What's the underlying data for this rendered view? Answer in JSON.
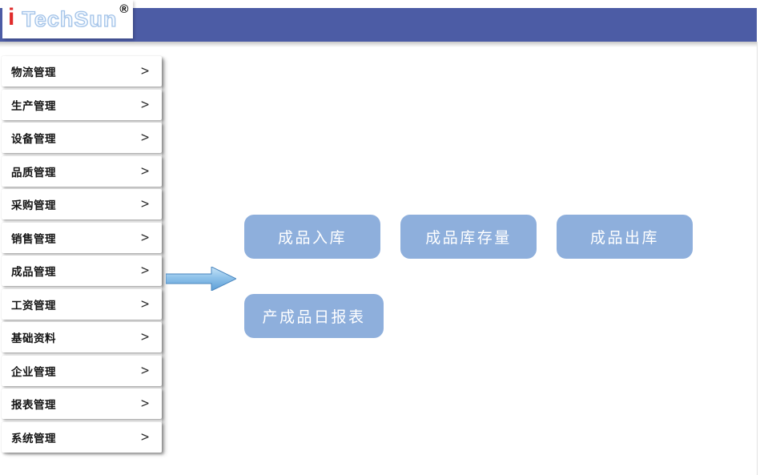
{
  "brand": {
    "prefix_letter": "i",
    "name": "TechSun",
    "registered_mark": "®"
  },
  "colors": {
    "header_bar": "#4C5CA5",
    "logo_red": "#E02B2B",
    "button_fill": "#8EAFDC",
    "button_text": "#FFFFFF",
    "arrow_top": "#C9E5F8",
    "arrow_bottom": "#5C9ED6",
    "arrow_border": "#4A86BE"
  },
  "icons": {
    "chevron_right": ">"
  },
  "sidebar": {
    "items": [
      {
        "name": "logistics",
        "label": "物流管理"
      },
      {
        "name": "production",
        "label": "生产管理"
      },
      {
        "name": "equipment",
        "label": "设备管理"
      },
      {
        "name": "quality",
        "label": "品质管理"
      },
      {
        "name": "purchasing",
        "label": "采购管理"
      },
      {
        "name": "sales",
        "label": "销售管理"
      },
      {
        "name": "finished-goods",
        "label": "成品管理"
      },
      {
        "name": "wages",
        "label": "工资管理"
      },
      {
        "name": "basic-data",
        "label": "基础资料"
      },
      {
        "name": "enterprise",
        "label": "企业管理"
      },
      {
        "name": "reports",
        "label": "报表管理"
      },
      {
        "name": "system",
        "label": "系统管理"
      }
    ]
  },
  "main": {
    "row1_buttons": [
      {
        "name": "finished-goods-inbound",
        "label": "成品入库"
      },
      {
        "name": "finished-goods-stock",
        "label": "成品库存量"
      },
      {
        "name": "finished-goods-outbound",
        "label": "成品出库"
      }
    ],
    "row2_buttons": [
      {
        "name": "finished-goods-daily-report",
        "label": "产成品日报表"
      }
    ]
  }
}
